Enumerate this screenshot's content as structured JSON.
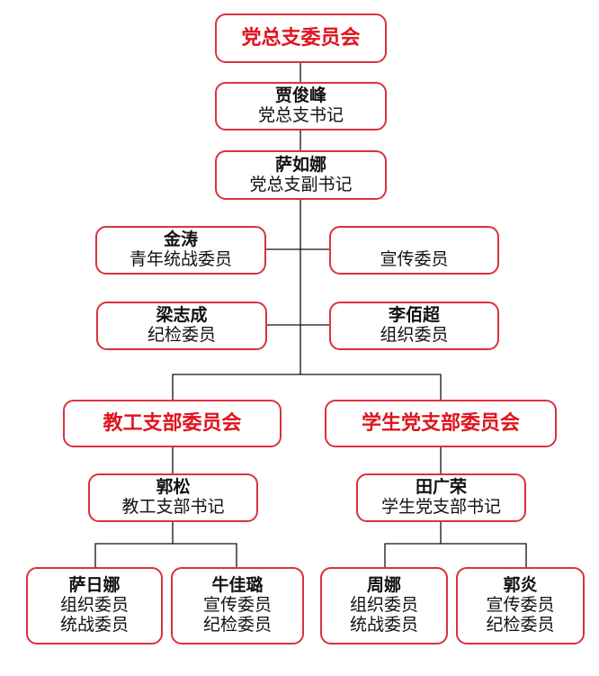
{
  "accent_color": "#e0141e",
  "border_color": "#d8333c",
  "root": {
    "title": "党总支委员会"
  },
  "secretary": {
    "name": "贾俊峰",
    "role": "党总支书记"
  },
  "deputy": {
    "name": "萨如娜",
    "role": "党总支副书记"
  },
  "committee": [
    {
      "name": "金涛",
      "role": "青年统战委员"
    },
    {
      "name": "",
      "role": "宣传委员"
    },
    {
      "name": "梁志成",
      "role": "纪检委员"
    },
    {
      "name": "李佰超",
      "role": "组织委员"
    }
  ],
  "branches": [
    {
      "title": "教工支部委员会",
      "secretary": {
        "name": "郭松",
        "role": "教工支部书记"
      },
      "members": [
        {
          "name": "萨日娜",
          "roles": [
            "组织委员",
            "统战委员"
          ]
        },
        {
          "name": "牛佳璐",
          "roles": [
            "宣传委员",
            "纪检委员"
          ]
        }
      ]
    },
    {
      "title": "学生党支部委员会",
      "secretary": {
        "name": "田广荣",
        "role": "学生党支部书记"
      },
      "members": [
        {
          "name": "周娜",
          "roles": [
            "组织委员",
            "统战委员"
          ]
        },
        {
          "name": "郭炎",
          "roles": [
            "宣传委员",
            "纪检委员"
          ]
        }
      ]
    }
  ]
}
